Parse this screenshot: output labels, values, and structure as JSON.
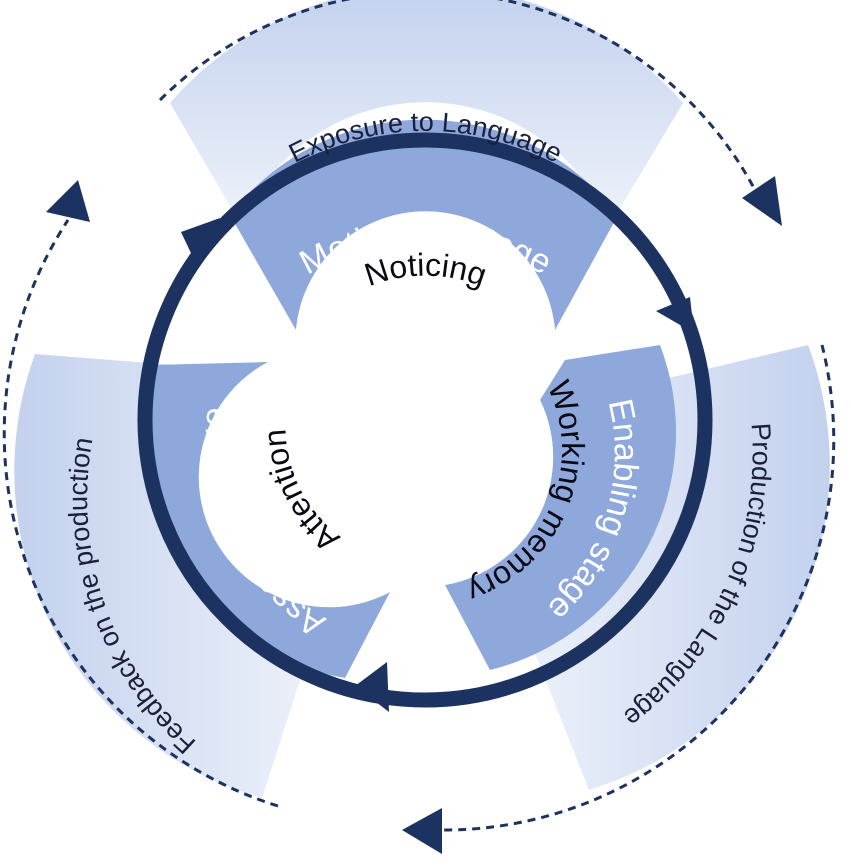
{
  "outer_phases": {
    "top": "Exposure to Language",
    "right": "Production of the Language",
    "left": "Feedback on the production"
  },
  "stages": {
    "top": "Motivating stage",
    "right": "Enabling stage",
    "left": "Assessing stage"
  },
  "processes": {
    "top": "Noticing",
    "right": "Working memory",
    "left": "Attention"
  },
  "colors": {
    "outer_band": "#cdd8ef",
    "outer_band_light": "#e9eef8",
    "stage_band": "#8ea8dc",
    "cycle_ring": "#1c3260",
    "dashed_arrow": "#1c3260"
  }
}
